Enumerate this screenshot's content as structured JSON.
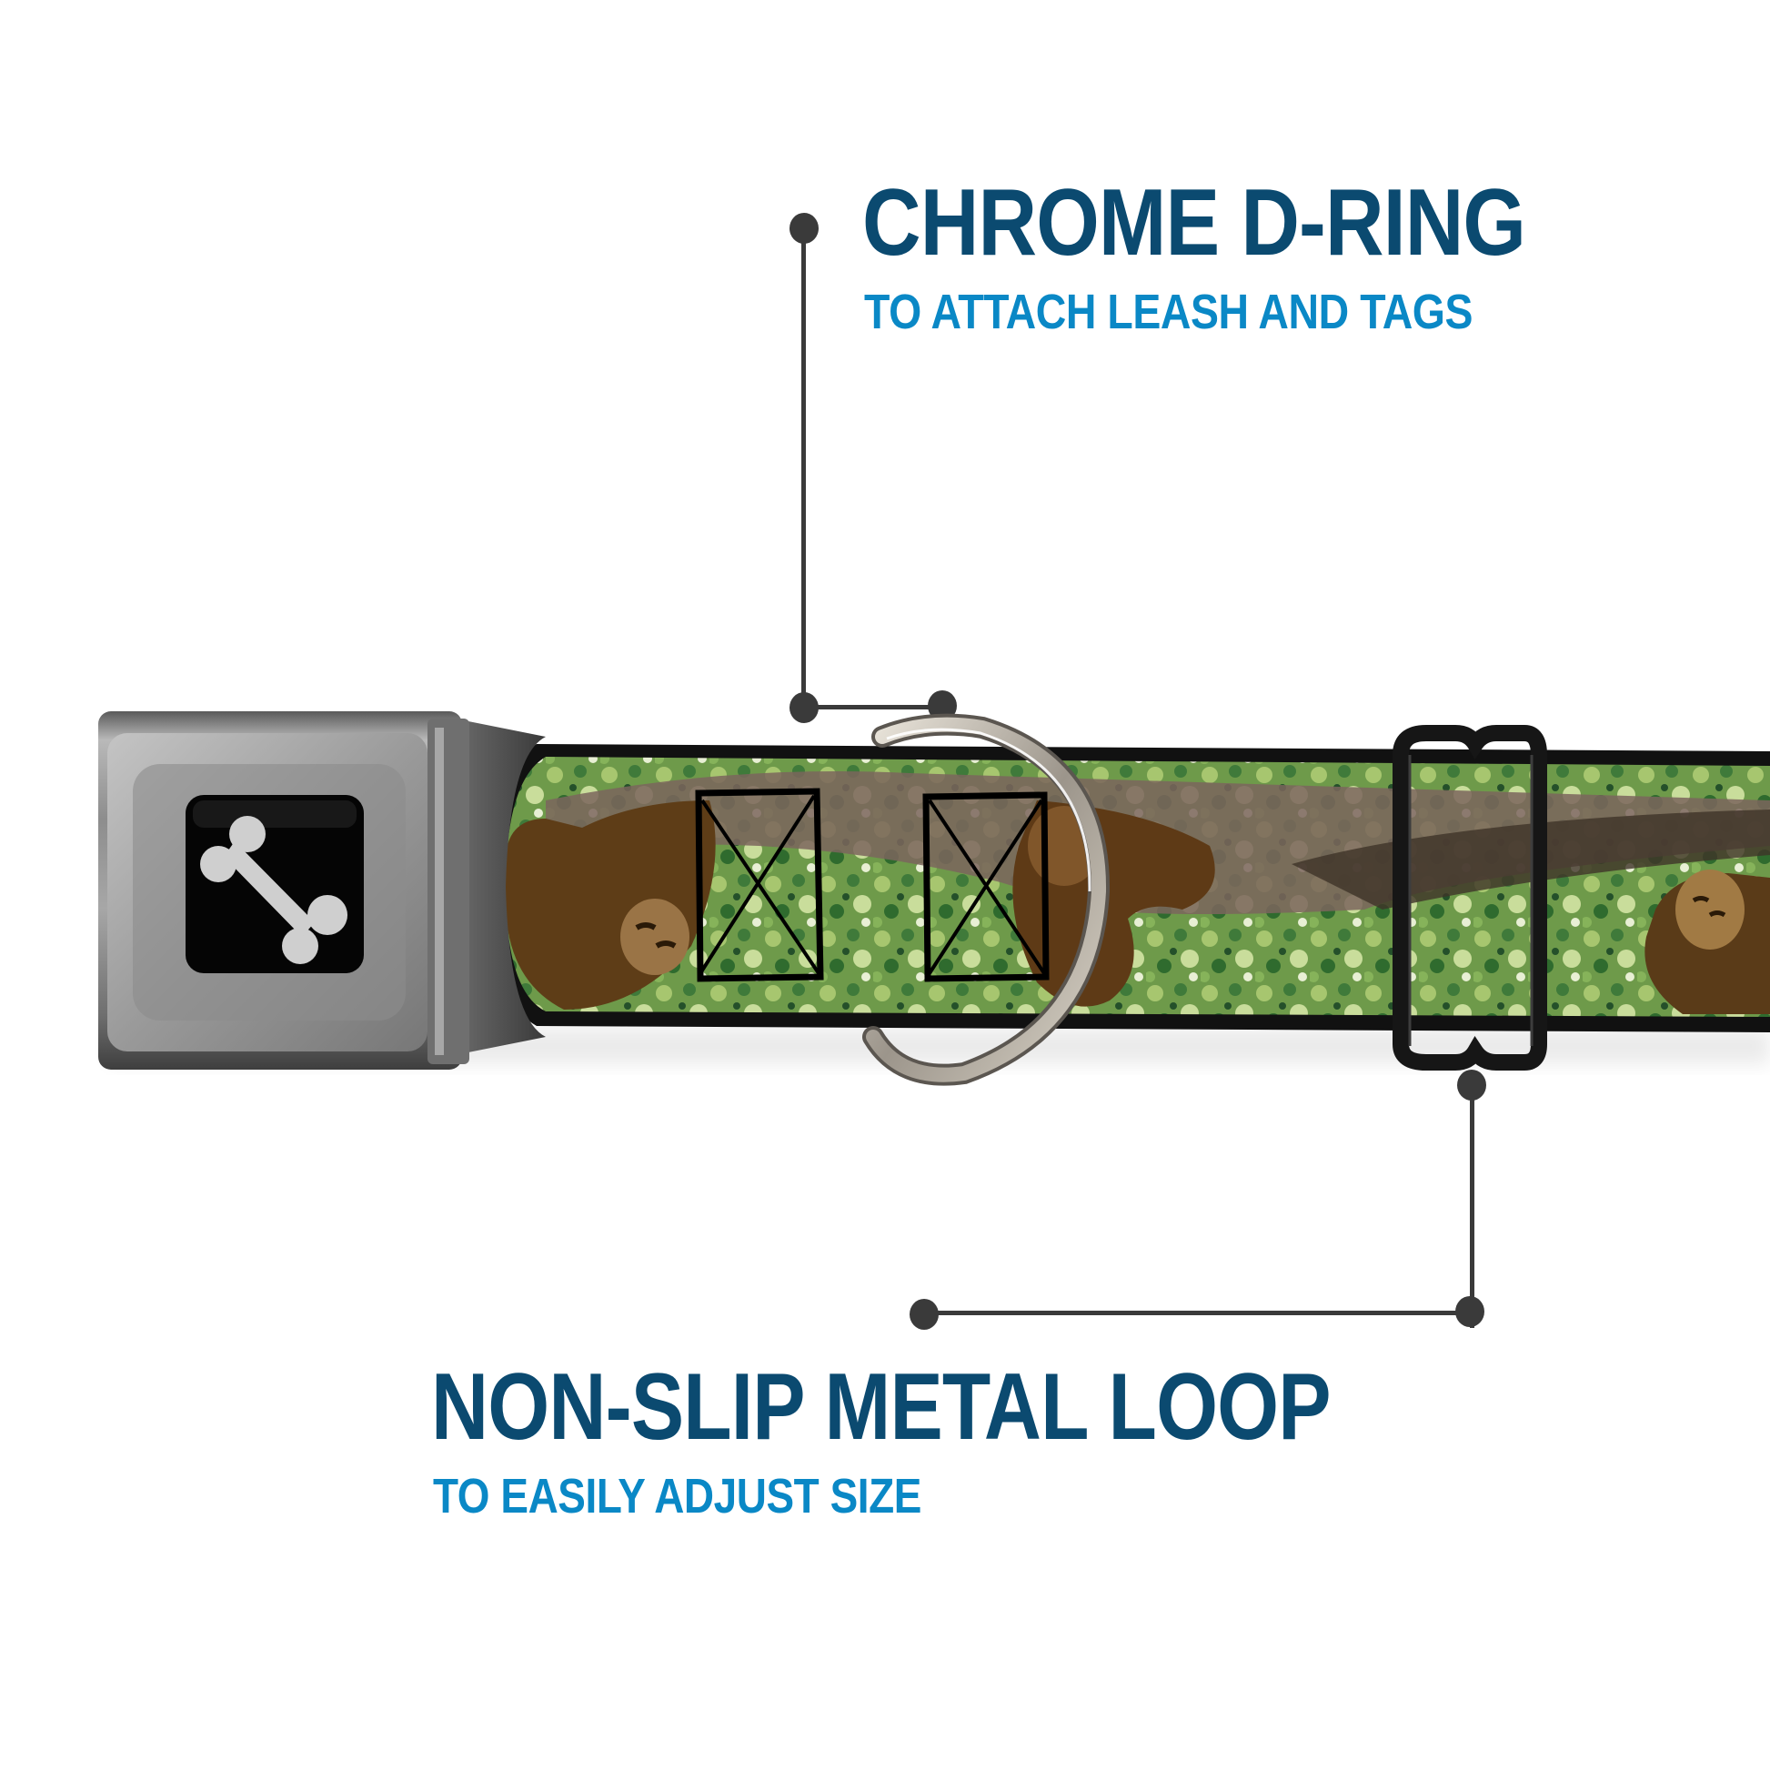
{
  "callouts": [
    {
      "id": "d-ring",
      "title": "CHROME D-RING",
      "subtitle": "TO ATTACH LEASH AND TAGS"
    },
    {
      "id": "metal-loop",
      "title": "NON-SLIP METAL LOOP",
      "subtitle": "TO EASILY ADJUST SIZE"
    }
  ],
  "product": {
    "buckle_logo": "bone-icon",
    "pattern": "sloths hanging on tree branches in green foliage",
    "hardware": [
      "seatbelt-buckle",
      "chrome-d-ring",
      "black-slide-loop"
    ]
  },
  "colors": {
    "title": "#0b4a70",
    "subtitle": "#0a88c6",
    "callout_line": "#3a3a3a",
    "background": "#ffffff"
  }
}
